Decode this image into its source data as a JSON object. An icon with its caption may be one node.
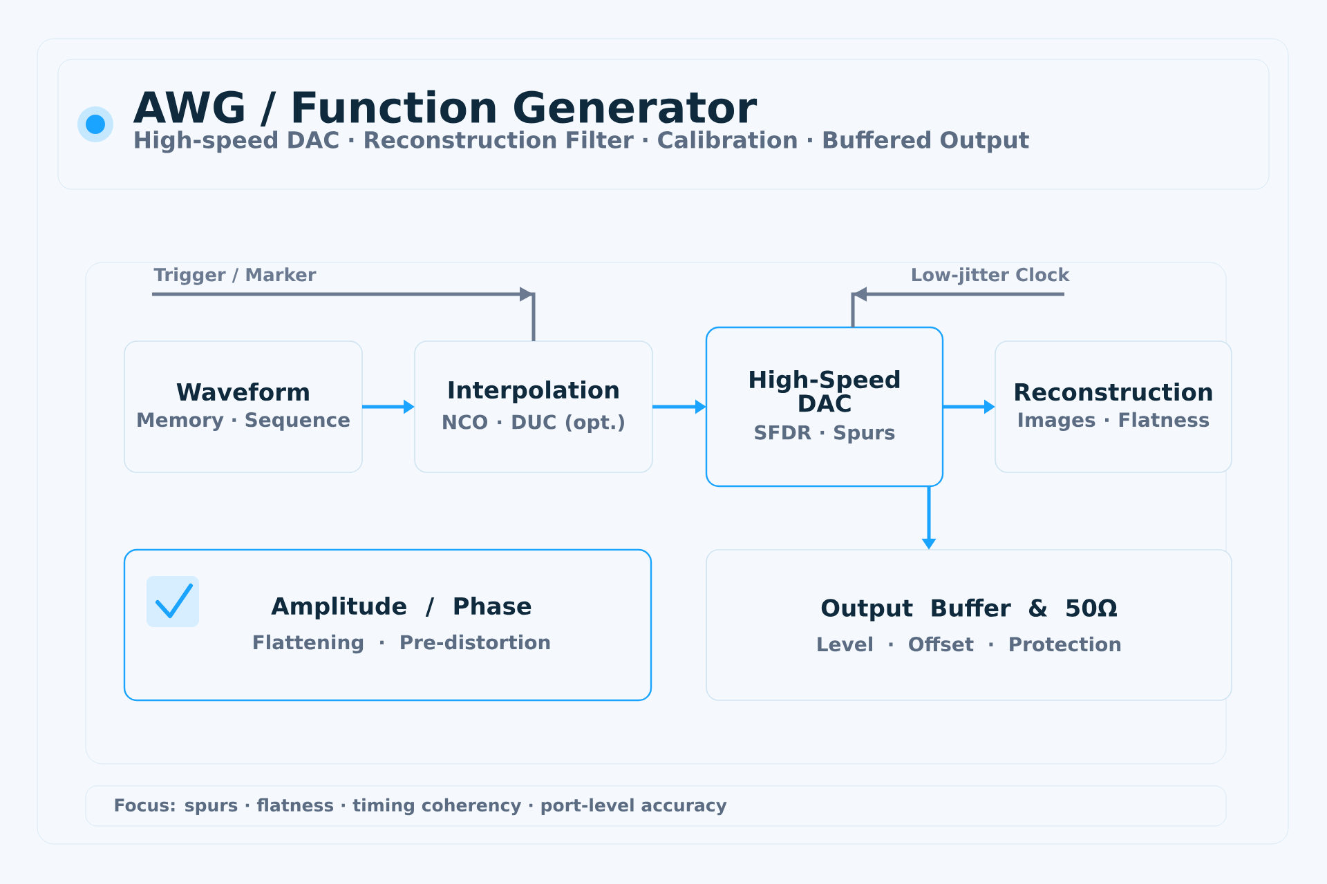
{
  "diagram": {
    "nodes": [
      {
        "text": [
          "AWG / Function Generator",
          "High-speed DAC · Reconstruction Filter · Calibration · Buffered Output"
        ]
      },
      {
        "text": [
          "Waveform",
          "Memory · Sequence"
        ]
      },
      {
        "text": [
          "Interpolation",
          "NCO · DUC (opt.)"
        ]
      },
      {
        "text": [
          "High-Speed DAC",
          "SFDR · Spurs"
        ]
      },
      {
        "text": [
          "Reconstruction",
          "Images · Flatness"
        ]
      },
      {
        "text": [
          "Amplitude / Phase",
          "Flattening · Pre-distortion"
        ]
      },
      {
        "text": [
          "Output Buffer & 50Ω",
          "Level · Offset · Protection"
        ]
      },
      {
        "text": [
          "Trigger / Marker"
        ]
      },
      {
        "text": [
          "Low-jitter Clock"
        ]
      },
      {
        "text": [
          "Focus: spurs · flatness · timing coherency · port-level accuracy"
        ]
      }
    ],
    "edges": [
      {
        "from": 1,
        "to": 2,
        "arrow": "to"
      },
      {
        "from": 2,
        "to": 3,
        "arrow": "to"
      },
      {
        "from": 3,
        "to": 4,
        "arrow": "to"
      },
      {
        "from": 3,
        "to": 6,
        "arrow": "to"
      },
      {
        "from": 7,
        "to": 2,
        "arrow": "to",
        "color": "#6b7a90"
      },
      {
        "from": 8,
        "to": 3,
        "arrow": "to",
        "color": "#6b7a90"
      }
    ]
  }
}
